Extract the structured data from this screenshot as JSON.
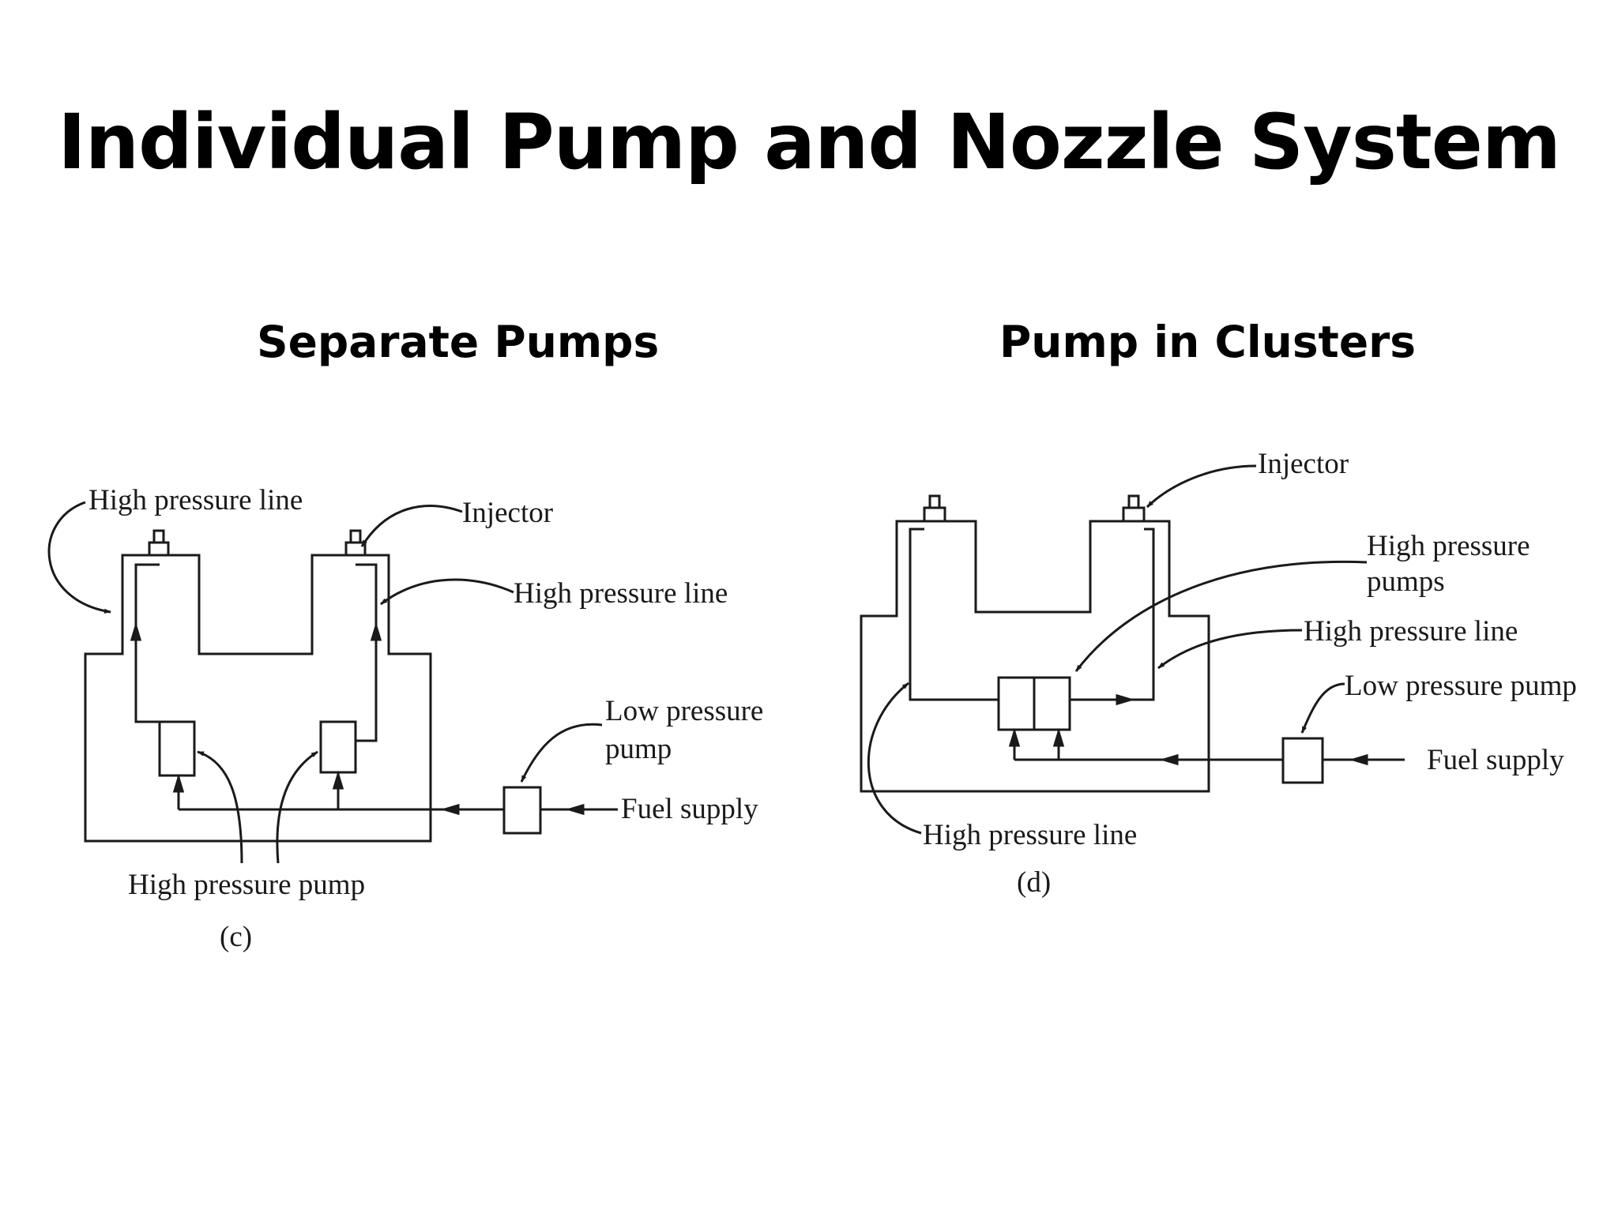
{
  "slide": {
    "title": "Individual Pump and Nozzle System"
  },
  "left_panel": {
    "heading": "Separate Pumps",
    "labels": {
      "high_pressure_line_top": "High pressure line",
      "injector": "Injector",
      "high_pressure_line_right": "High pressure line",
      "low_pressure_pump_line1": "Low pressure",
      "low_pressure_pump_line2": "pump",
      "fuel_supply": "Fuel supply",
      "high_pressure_pump": "High pressure pump",
      "caption": "(c)"
    }
  },
  "right_panel": {
    "heading": "Pump in Clusters",
    "labels": {
      "injector": "Injector",
      "high_pressure_pumps_line1": "High pressure",
      "high_pressure_pumps_line2": "pumps",
      "high_pressure_line_right": "High pressure line",
      "low_pressure_pump": "Low pressure pump",
      "fuel_supply": "Fuel supply",
      "high_pressure_line_bottom": "High pressure line",
      "caption": "(d)"
    }
  },
  "colors": {
    "text": "#000000",
    "line": "#1a1a1a",
    "background": "#ffffff"
  }
}
